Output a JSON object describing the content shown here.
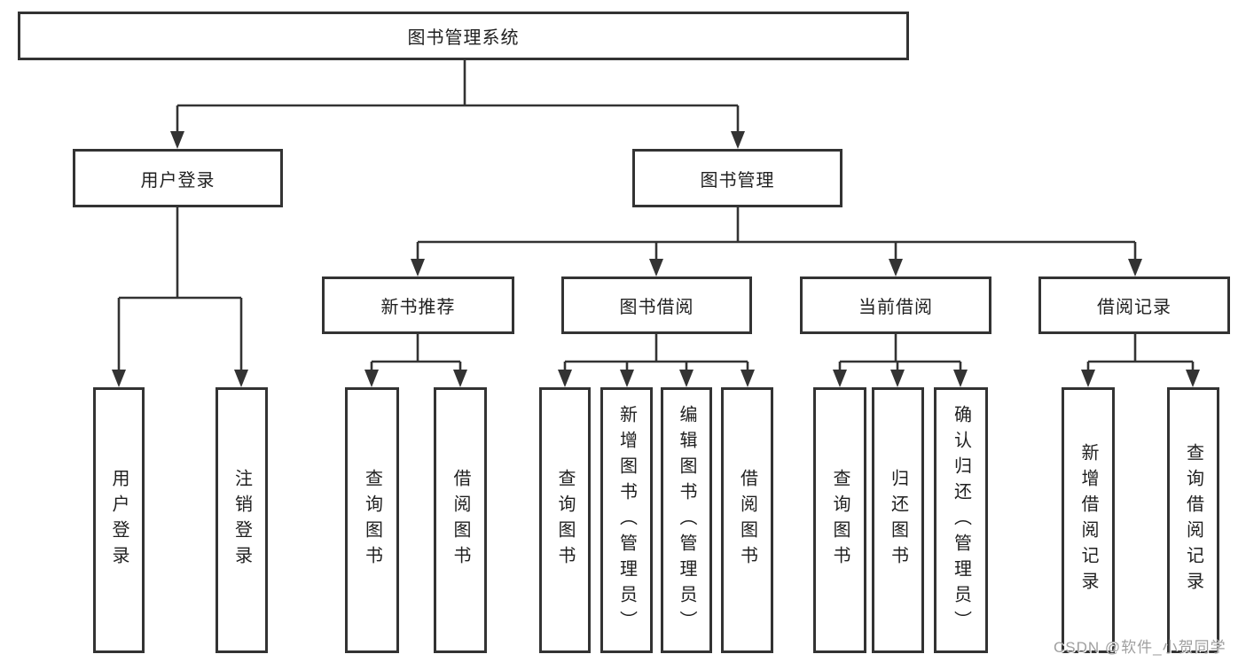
{
  "diagram": {
    "root": {
      "label": "图书管理系统"
    },
    "branches": [
      {
        "label": "用户登录",
        "children": [
          "用户登录",
          "注销登录"
        ]
      },
      {
        "label": "图书管理",
        "groups": [
          {
            "label": "新书推荐",
            "children": [
              "查询图书",
              "借阅图书"
            ]
          },
          {
            "label": "图书借阅",
            "children": [
              "查询图书",
              "新增图书（管理员）",
              "编辑图书（管理员）",
              "借阅图书"
            ]
          },
          {
            "label": "当前借阅",
            "children": [
              "查询图书",
              "归还图书",
              "确认归还（管理员）"
            ]
          },
          {
            "label": "借阅记录",
            "children": [
              "新增借阅记录",
              "查询借阅记录"
            ]
          }
        ]
      }
    ]
  },
  "watermark": {
    "text": "CSDN @软件_小贺同学"
  },
  "colors": {
    "line": "#333333",
    "box_background": "#ffffff",
    "page_background": "#ffffff",
    "text": "#1f1f1f",
    "watermark": "#9f9f9f"
  }
}
